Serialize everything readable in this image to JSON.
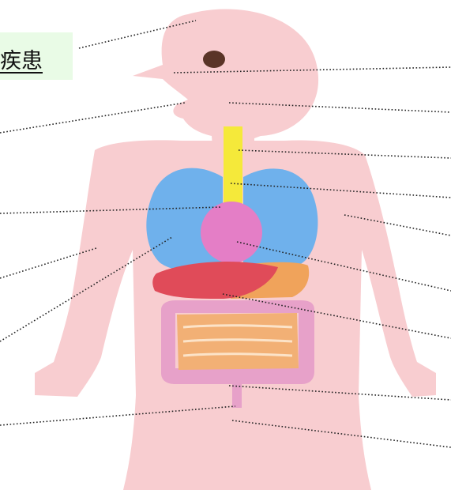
{
  "title": "疾患",
  "colors": {
    "background": "#ffffff",
    "body": "#f8cdd0",
    "title_box": "#e9fbe6",
    "trachea": "#f5e93a",
    "lungs": "#6fb1ec",
    "heart": "#e47ec6",
    "liver": "#e04b59",
    "stomach": "#f0a35b",
    "small_intestine": "#f2b075",
    "large_intestine": "#e7a1c9",
    "eye": "#5a3427",
    "leader_line": "#222222"
  },
  "organs": [
    "head",
    "nose",
    "mouth",
    "throat",
    "trachea",
    "lungs",
    "heart",
    "liver",
    "stomach",
    "small-intestine",
    "large-intestine",
    "rectum"
  ]
}
